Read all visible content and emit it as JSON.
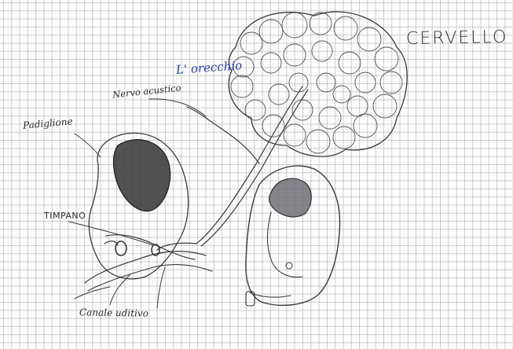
{
  "labels": {
    "brain": "CERVELLO",
    "ear": "L' orecchio",
    "acoustic_nerve": "Nervo acustico",
    "pinna": "Padiglione",
    "eardrum": "TIMPANO",
    "ear_canal": "Canale uditivo"
  },
  "colors": {
    "pencil": "#3a3a3a",
    "blue_ink": "#2a3fb8",
    "pink_shading": "#e6b4e0",
    "gray_shading": "#9a9aa0",
    "grid": "#a8a8b2"
  }
}
